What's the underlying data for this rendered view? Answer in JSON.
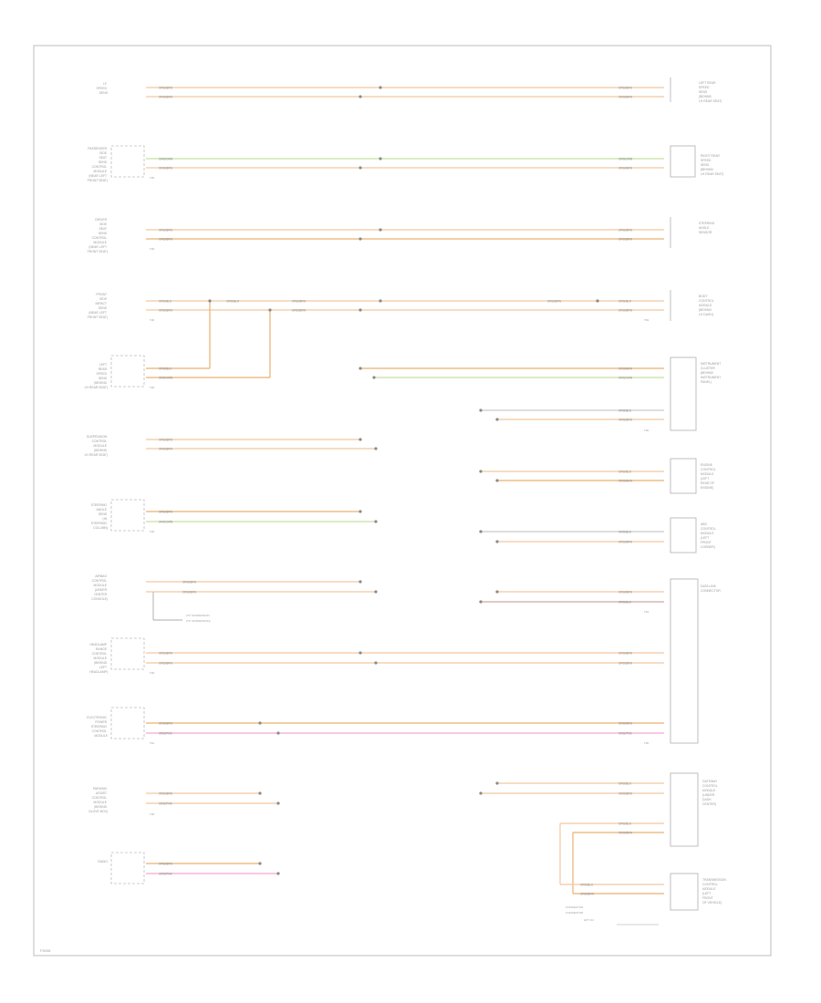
{
  "diagram": {
    "code": "F5008",
    "colors": {
      "orange": "#f2c7a0",
      "orange_dark": "#e9b070",
      "green": "#c6e0a0",
      "pink": "#f7a8cf",
      "gray": "#c9c9c9",
      "brown": "#c9aaa0",
      "text": "#9a9a9a"
    },
    "components_left": [
      {
        "id": "L1",
        "lines": [
          "LF",
          "SPEED",
          "SENS"
        ]
      },
      {
        "id": "L2",
        "lines": [
          "PASSENGER",
          "SIDE",
          "SEAT",
          "SENS",
          "CONTROL",
          "MODULE",
          "(NEAR LEFT",
          "FRONT SEAT)"
        ]
      },
      {
        "id": "L3",
        "lines": [
          "DRIVER",
          "SIDE",
          "SEAT",
          "SENS",
          "CONTROL",
          "MODULE",
          "(NEAR LEFT",
          "FRONT SEAT)"
        ]
      },
      {
        "id": "L4",
        "lines": [
          "FRONT",
          "SIDE",
          "IMPACT",
          "SENS",
          "(NEAR LEFT",
          "FRONT SEAT)"
        ]
      },
      {
        "id": "L5",
        "lines": [
          "LEFT",
          "REAR",
          "SPEED",
          "SENS",
          "(BEHIND",
          "LH REAR SEAT)"
        ]
      },
      {
        "id": "L6",
        "lines": [
          "SUSPENSION",
          "CONTROL",
          "MODULE",
          "(BEHIND",
          "LH REAR SEAT)"
        ]
      },
      {
        "id": "L7",
        "lines": [
          "STEERING",
          "ANGLE",
          "SENS",
          "(IN",
          "STEERING",
          "COLUMN)"
        ]
      },
      {
        "id": "L8",
        "lines": [
          "AIRBAG",
          "CONTROL",
          "MODULE",
          "(UNDER",
          "CENTER",
          "CONSOLE)"
        ]
      },
      {
        "id": "L9",
        "lines": [
          "HEADLAMP",
          "RANGE",
          "CONTROL",
          "MODULE",
          "(BEHIND",
          "LEFT",
          "HEADLAMP)"
        ]
      },
      {
        "id": "L10",
        "lines": [
          "ELECTRONIC",
          "POWER",
          "STEERING",
          "CONTROL",
          "MODULE"
        ]
      },
      {
        "id": "L11",
        "lines": [
          "PARKING",
          "ASSIST",
          "CONTROL",
          "MODULE",
          "(BEHIND",
          "GLOVE BOX)"
        ]
      },
      {
        "id": "L12",
        "lines": [
          "RADIO"
        ]
      }
    ],
    "components_right": [
      {
        "id": "R1",
        "lines": [
          "LEFT REAR",
          "SPEED",
          "SENS",
          "(BEHIND",
          "LH REAR SEAT)"
        ]
      },
      {
        "id": "R2",
        "lines": [
          "RIGHT REAR",
          "SPEED",
          "SENS",
          "(BEHIND",
          "LH REAR SEAT)"
        ]
      },
      {
        "id": "R3",
        "lines": [
          "STEERING",
          "ANGLE",
          "SENSOR"
        ]
      },
      {
        "id": "R4",
        "lines": [
          "BODY",
          "CONTROL",
          "MODULE",
          "(BEHIND",
          "LH DASH)"
        ]
      },
      {
        "id": "R5",
        "lines": [
          "INSTRUMENT",
          "CLUSTER",
          "(BEHIND",
          "INSTRUMENT",
          "PANEL)"
        ]
      },
      {
        "id": "R6",
        "lines": [
          "ENGINE",
          "CONTROL",
          "MODULE",
          "(LEFT",
          "REAR OF",
          "ENGINE)"
        ]
      },
      {
        "id": "R7",
        "lines": [
          "ABS",
          "CONTROL",
          "MODULE",
          "(LEFT",
          "FRONT",
          "CORNER)"
        ]
      },
      {
        "id": "R8",
        "lines": [
          "DATA LINK",
          "CONNECTOR"
        ]
      },
      {
        "id": "R9",
        "lines": [
          "GATEWAY",
          "CONTROL",
          "MODULE",
          "(UNDER",
          "DASH",
          "CENTER)"
        ]
      },
      {
        "id": "R10",
        "lines": [
          "TRANSMISSION",
          "CONTROL",
          "MODULE",
          "(LEFT",
          "FRONT",
          "OF VEHICLE)"
        ]
      }
    ],
    "wire_labels": {
      "org_brn": "ORG/BRN",
      "org_grn": "ORG/GRN",
      "org_blk": "ORG/BLK",
      "org_pnk": "ORG/PNK",
      "org": "ORG"
    },
    "notes": {
      "jumper1": "(TO SUSPENSION",
      "jumper2": "(TO SUSPENSION)",
      "tcm1": "CONNECTOR",
      "tcm2": "CONNECTOR",
      "tcm3": "EXT 3/4"
    },
    "pin_labels": {
      "t20": "T20",
      "t16": "T16",
      "t10": "T10",
      "t81": "T81",
      "t8": "T8"
    }
  }
}
